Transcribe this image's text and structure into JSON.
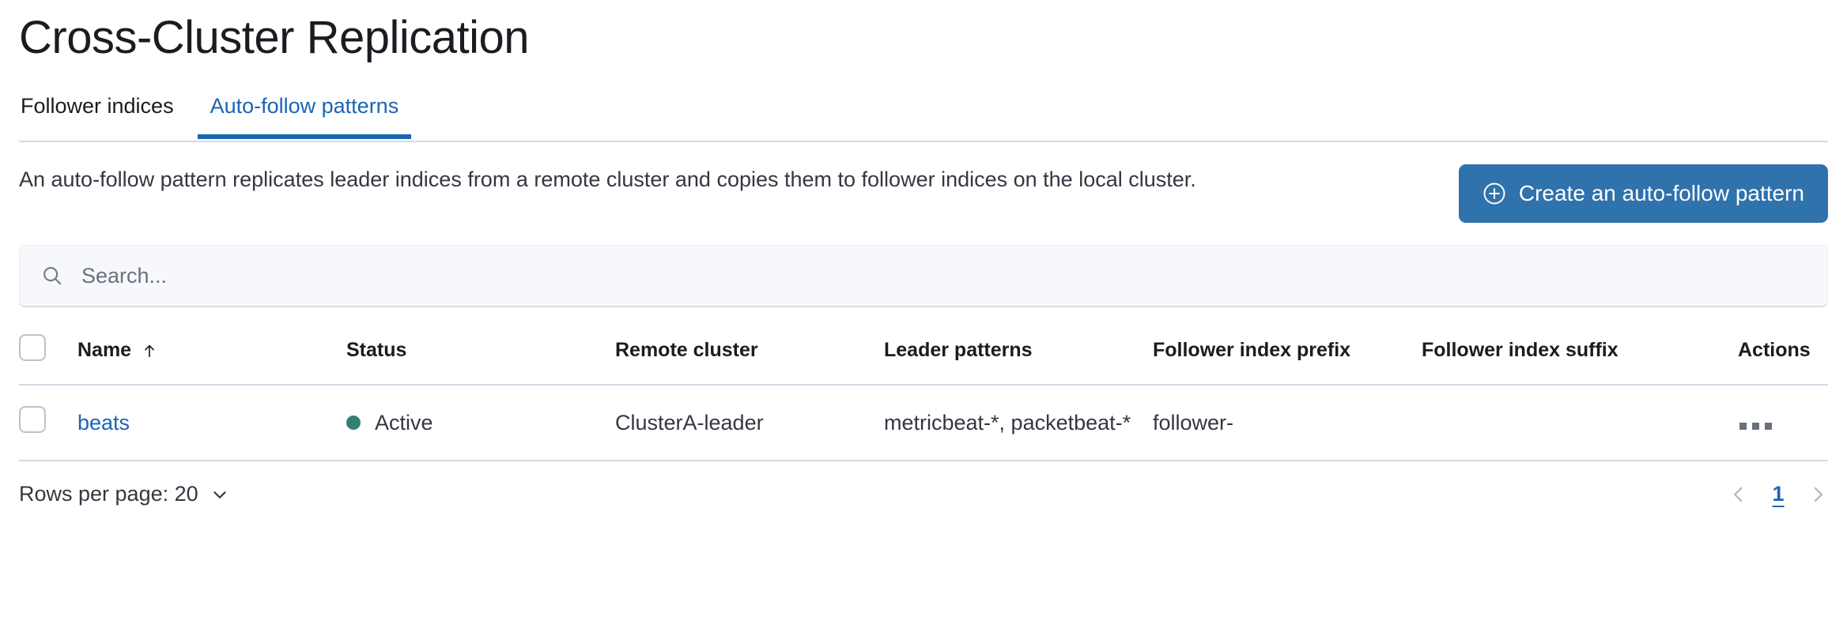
{
  "page": {
    "title": "Cross-Cluster Replication"
  },
  "tabs": [
    {
      "label": "Follower indices",
      "active": false,
      "name": "tab-follower-indices"
    },
    {
      "label": "Auto-follow patterns",
      "active": true,
      "name": "tab-auto-follow-patterns"
    }
  ],
  "intro": {
    "description": "An auto-follow pattern replicates leader indices from a remote cluster and copies them to follower indices on the local cluster.",
    "create_button_label": "Create an auto-follow pattern",
    "create_button_icon": "plus-in-circle-icon",
    "create_button_color": "#2f72ac"
  },
  "search": {
    "placeholder": "Search...",
    "value": "",
    "icon": "search-icon"
  },
  "table": {
    "columns": [
      {
        "key": "name",
        "label": "Name",
        "sorted": "asc",
        "sort_icon": "sort-ascending-arrow-icon"
      },
      {
        "key": "status",
        "label": "Status"
      },
      {
        "key": "remote_cluster",
        "label": "Remote cluster"
      },
      {
        "key": "leader_patterns",
        "label": "Leader patterns"
      },
      {
        "key": "follower_index_prefix",
        "label": "Follower index prefix"
      },
      {
        "key": "follower_index_suffix",
        "label": "Follower index suffix"
      },
      {
        "key": "actions",
        "label": "Actions"
      }
    ],
    "rows": [
      {
        "selected": false,
        "name": "beats",
        "status": "Active",
        "status_color": "#357f72",
        "remote_cluster": "ClusterA-leader",
        "leader_patterns": "metricbeat-*, packetbeat-*",
        "follower_index_prefix": "follower-",
        "follower_index_suffix": "",
        "actions_icon": "more-actions-ellipsis-icon"
      }
    ]
  },
  "footer": {
    "rows_per_page_label": "Rows per page: 20",
    "rows_per_page_icon": "chevron-down-icon",
    "pagination": {
      "prev_icon": "chevron-left-icon",
      "next_icon": "chevron-right-icon",
      "pages": [
        "1"
      ],
      "active_page": "1"
    }
  }
}
